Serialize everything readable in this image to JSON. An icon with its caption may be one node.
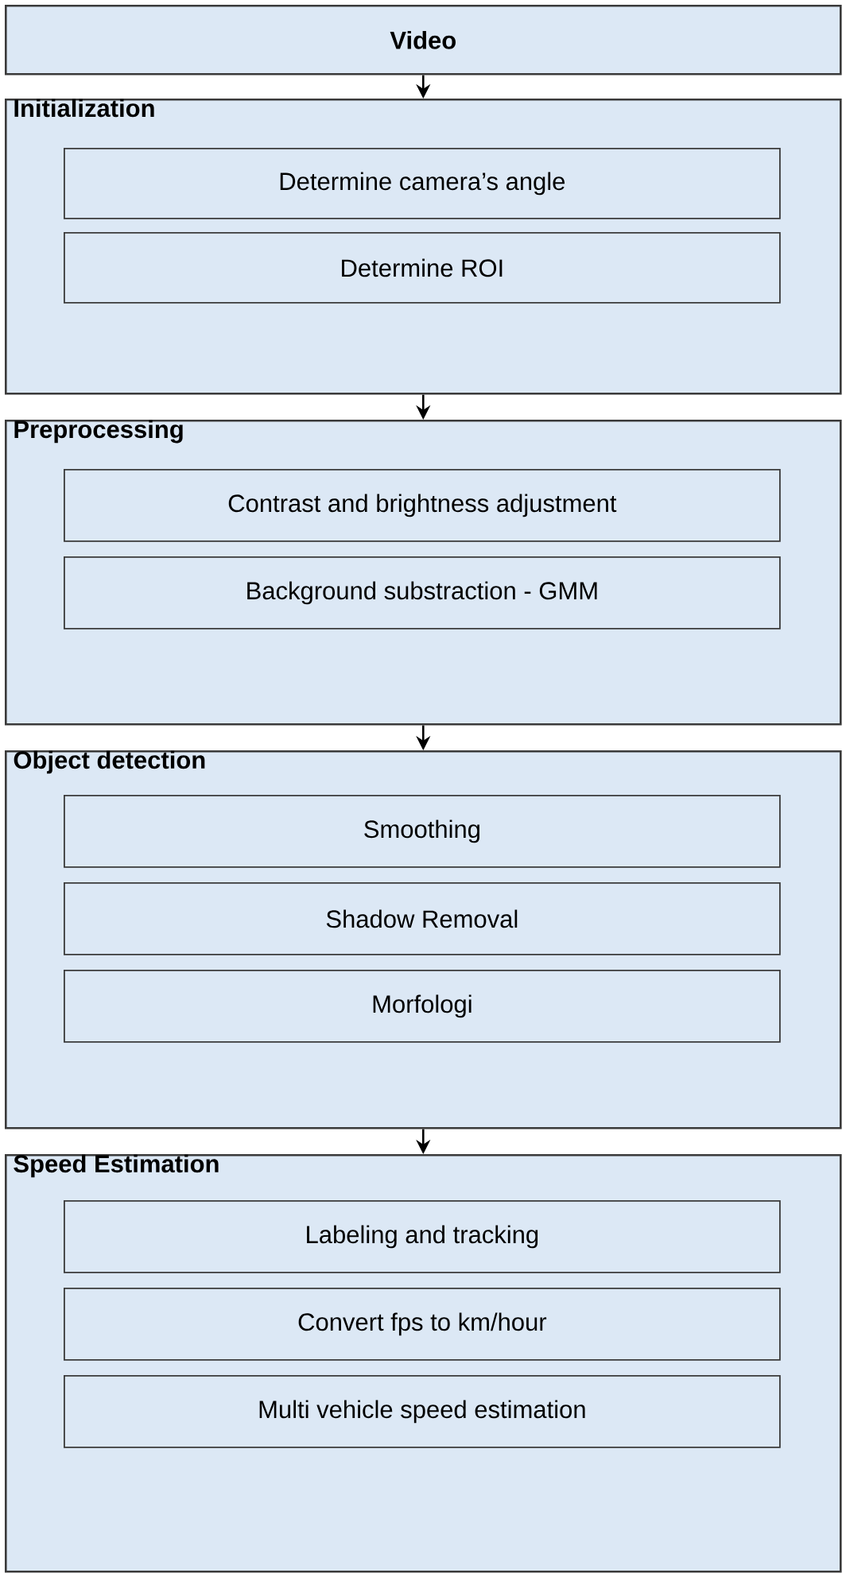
{
  "diagram": {
    "nodes": [
      {
        "text": [
          "Video"
        ]
      },
      {
        "text": [
          "Initialization"
        ]
      },
      {
        "text": [
          "Determine camera’s angle"
        ],
        "in": 1
      },
      {
        "text": [
          "Determine ROI"
        ],
        "in": 1
      },
      {
        "text": [
          "Preprocessing"
        ]
      },
      {
        "text": [
          "Contrast and brightness adjustment"
        ],
        "in": 4
      },
      {
        "text": [
          "Background substraction - GMM"
        ],
        "in": 4
      },
      {
        "text": [
          "Object detection"
        ]
      },
      {
        "text": [
          "Smoothing"
        ],
        "in": 7
      },
      {
        "text": [
          "Shadow Removal"
        ],
        "in": 7
      },
      {
        "text": [
          "Morfologi"
        ],
        "in": 7
      },
      {
        "text": [
          "Speed Estimation"
        ]
      },
      {
        "text": [
          "Labeling and tracking"
        ],
        "in": 11
      },
      {
        "text": [
          "Convert fps to km/hour"
        ],
        "in": 11
      },
      {
        "text": [
          "Multi vehicle speed estimation"
        ],
        "in": 11
      }
    ],
    "edges": [
      {
        "from": 0,
        "to": 1,
        "arrow": "to"
      },
      {
        "from": 1,
        "to": 4,
        "arrow": "to"
      },
      {
        "from": 4,
        "to": 7,
        "arrow": "to"
      },
      {
        "from": 7,
        "to": 11,
        "arrow": "to"
      }
    ]
  }
}
